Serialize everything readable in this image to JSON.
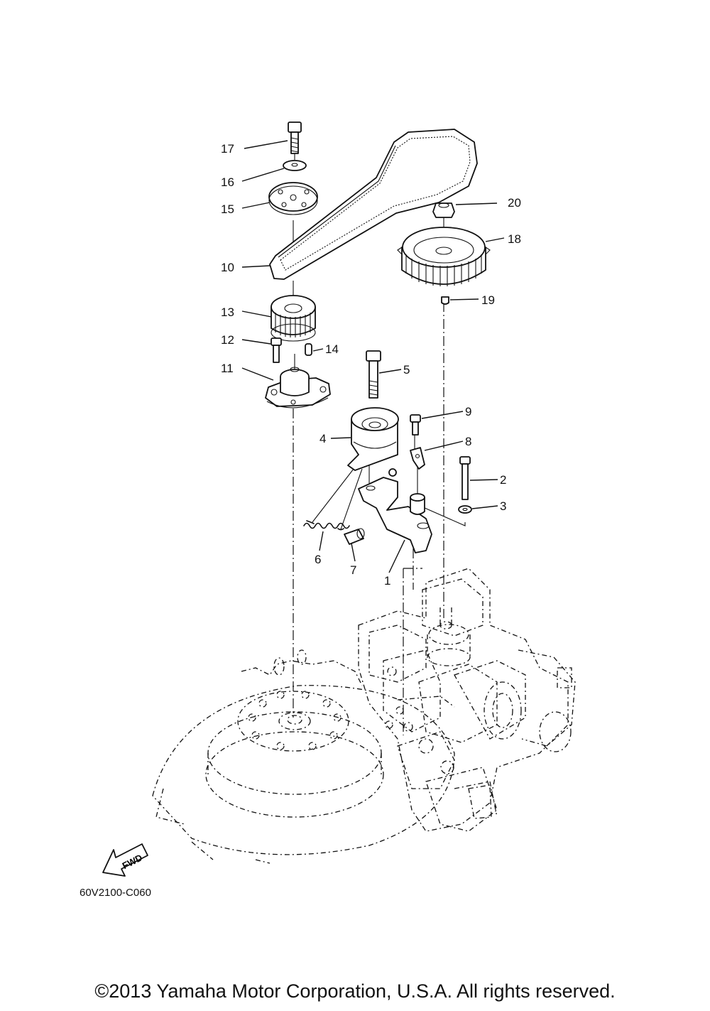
{
  "callouts": [
    {
      "id": "1",
      "text": "1"
    },
    {
      "id": "2",
      "text": "2"
    },
    {
      "id": "3",
      "text": "3"
    },
    {
      "id": "4",
      "text": "4"
    },
    {
      "id": "5",
      "text": "5"
    },
    {
      "id": "6",
      "text": "6"
    },
    {
      "id": "7",
      "text": "7"
    },
    {
      "id": "8",
      "text": "8"
    },
    {
      "id": "9",
      "text": "9"
    },
    {
      "id": "10",
      "text": "10"
    },
    {
      "id": "11",
      "text": "11"
    },
    {
      "id": "12",
      "text": "12"
    },
    {
      "id": "13",
      "text": "13"
    },
    {
      "id": "14",
      "text": "14"
    },
    {
      "id": "15",
      "text": "15"
    },
    {
      "id": "16",
      "text": "16"
    },
    {
      "id": "17",
      "text": "17"
    },
    {
      "id": "18",
      "text": "18"
    },
    {
      "id": "19",
      "text": "19"
    },
    {
      "id": "20",
      "text": "20"
    }
  ],
  "fwd_label": "FWD",
  "diagram_code": "60V2100-C060",
  "copyright": "©2013 Yamaha Motor Corporation, U.S.A. All rights reserved.",
  "colors": {
    "ink": "#111111",
    "paper": "#ffffff"
  }
}
